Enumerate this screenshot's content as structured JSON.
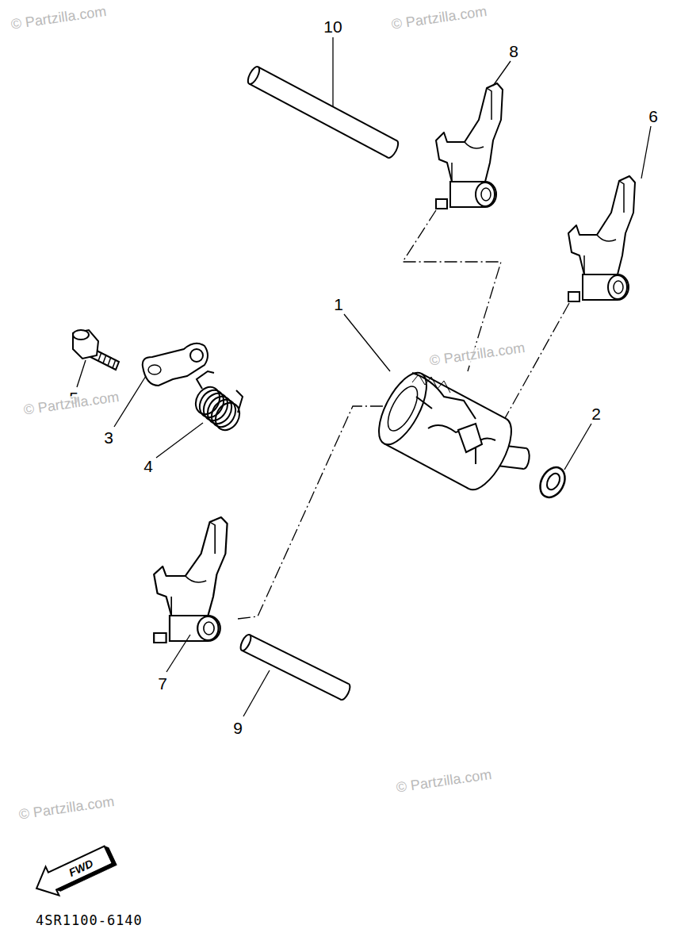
{
  "diagram": {
    "labels": [
      "10",
      "8",
      "6",
      "1",
      "5",
      "3",
      "4",
      "2",
      "7",
      "9",
      "FWD",
      "4SR1100-6140",
      "© Partzilla.com",
      "© Partzilla.com",
      "© Partzilla.com",
      "© Partzilla.com",
      "© Partzilla.com",
      "© Partzilla.com"
    ]
  }
}
